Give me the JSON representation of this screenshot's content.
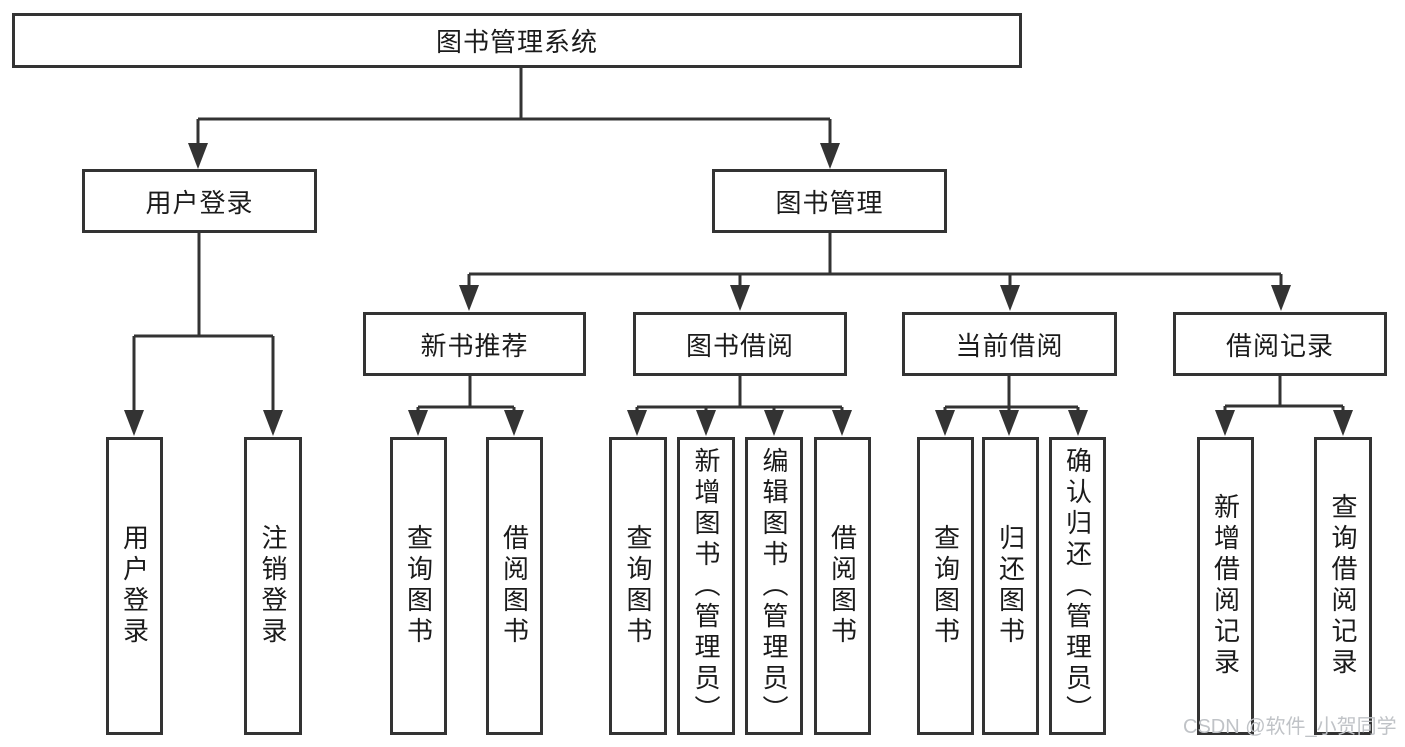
{
  "colors": {
    "line": "#333333",
    "text": "#1b1b1b",
    "box_bg": "#ffffff",
    "watermark": "#c0c3c7"
  },
  "watermark": {
    "text": "CSDN @软件_小贺同学"
  },
  "tree": {
    "root": {
      "label": "图书管理系统"
    },
    "branches": [
      {
        "label": "用户登录",
        "children": [
          {
            "label": "用户登录"
          },
          {
            "label": "注销登录"
          }
        ]
      },
      {
        "label": "图书管理",
        "children": [
          {
            "label": "新书推荐",
            "children": [
              {
                "label": "查询图书"
              },
              {
                "label": "借阅图书"
              }
            ]
          },
          {
            "label": "图书借阅",
            "children": [
              {
                "label": "查询图书"
              },
              {
                "label": "新增图书（管理员）"
              },
              {
                "label": "编辑图书（管理员）"
              },
              {
                "label": "借阅图书"
              }
            ]
          },
          {
            "label": "当前借阅",
            "children": [
              {
                "label": "查询图书"
              },
              {
                "label": "归还图书"
              },
              {
                "label": "确认归还（管理员）"
              }
            ]
          },
          {
            "label": "借阅记录",
            "children": [
              {
                "label": "新增借阅记录"
              },
              {
                "label": "查询借阅记录"
              }
            ]
          }
        ]
      }
    ]
  }
}
